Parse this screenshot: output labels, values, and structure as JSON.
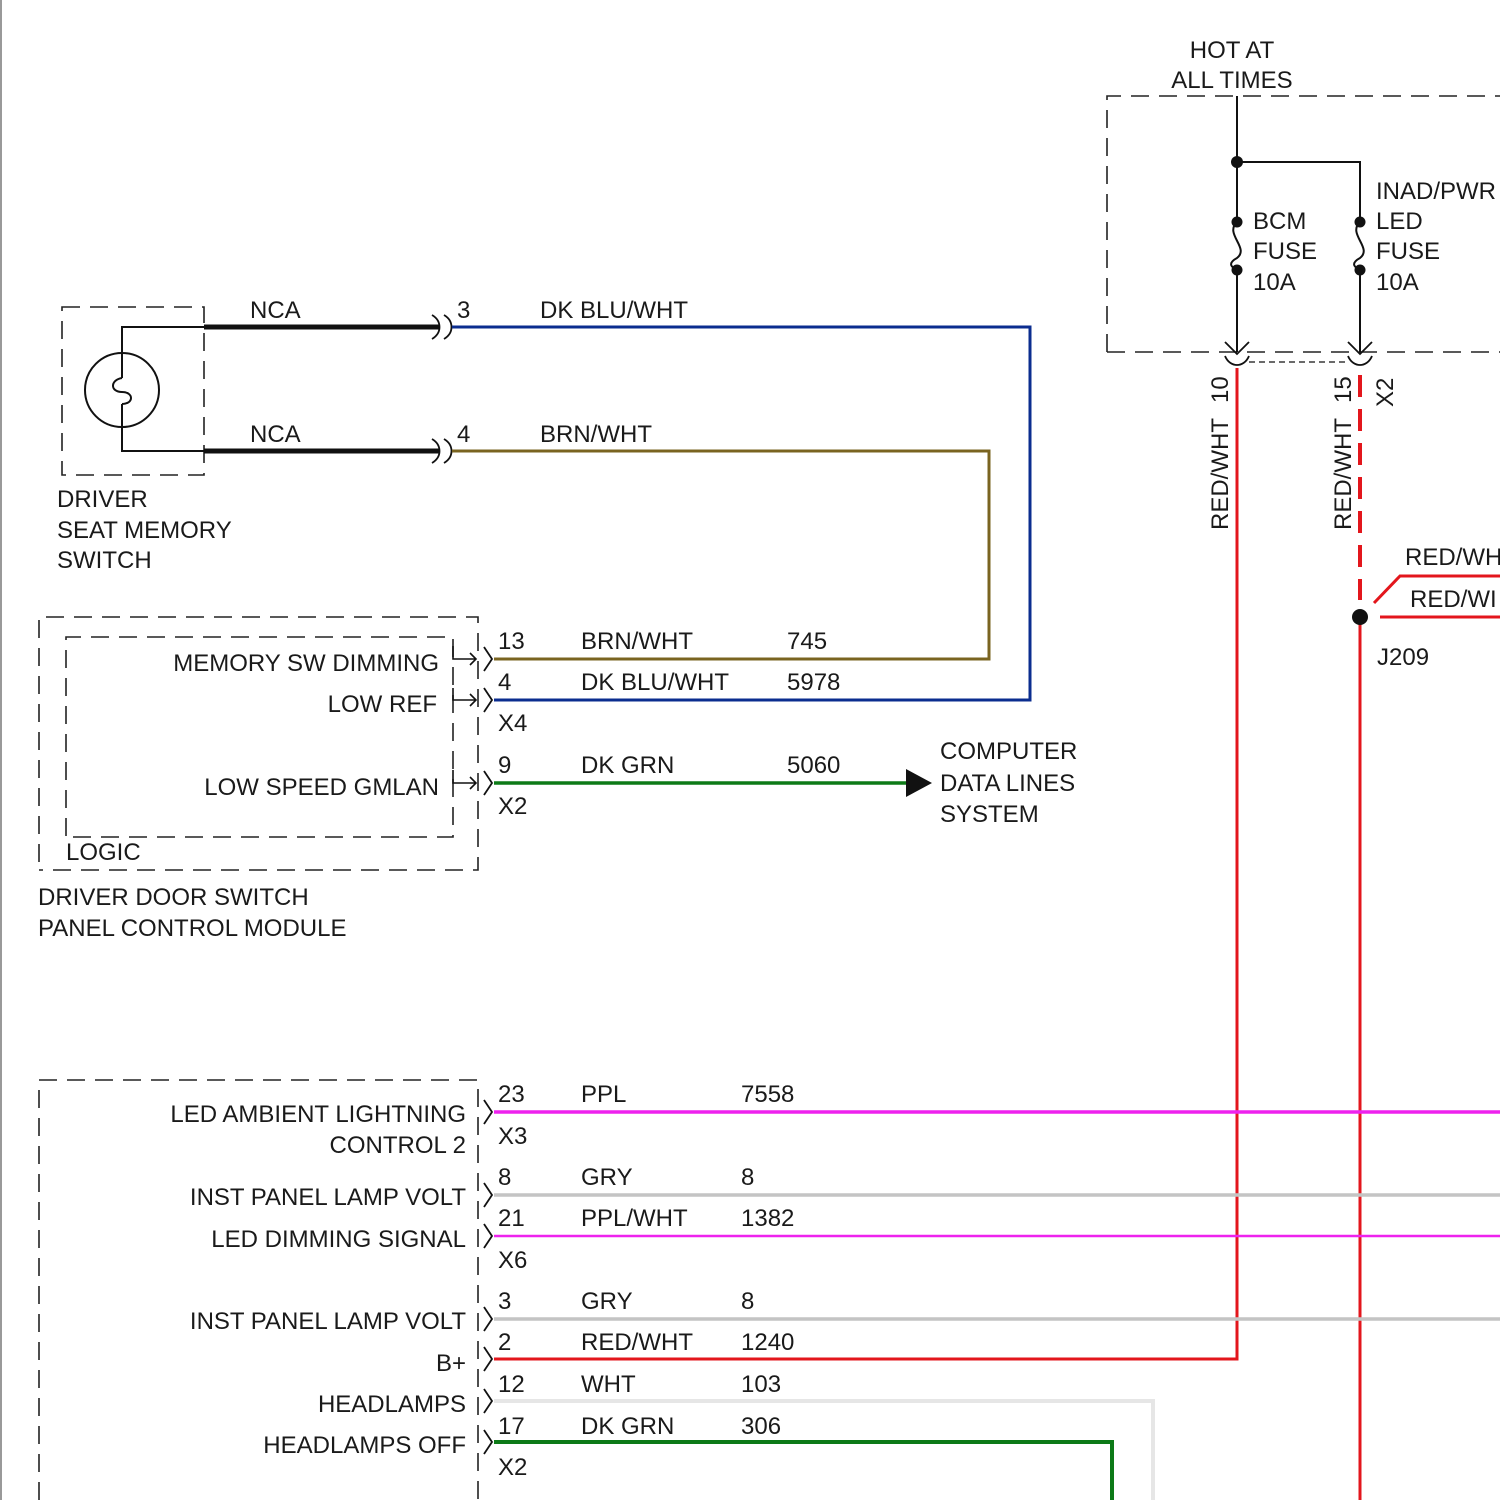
{
  "colors": {
    "dk_blu_wht": "#0b2d8f",
    "brn_wht": "#7a6420",
    "dk_grn": "#0d7a17",
    "red_wht": "#e3161c",
    "ppl": "#ee22ee",
    "gry": "#c4c4c4",
    "wht": "#e6e6e6",
    "black": "#111111"
  },
  "fuse_block": {
    "title_line1": "HOT AT",
    "title_line2": "ALL TIMES",
    "bcm_fuse": [
      "BCM",
      "FUSE",
      "10A"
    ],
    "inad_fuse": [
      "INAD/PWR",
      "LED",
      "FUSE",
      "10A"
    ]
  },
  "vertical_wires": {
    "left": {
      "label": "RED/WHT",
      "pin": "10"
    },
    "right": {
      "label": "RED/WHT",
      "pin": "15",
      "connector": "X2"
    },
    "branch_label_1": "RED/WH",
    "branch_label_2": "RED/WI",
    "splice": "J209"
  },
  "seat_switch": {
    "name_lines": [
      "DRIVER",
      "SEAT MEMORY",
      "SWITCH"
    ],
    "wire1": {
      "code": "NCA",
      "pin": "3",
      "color_name": "DK BLU/WHT"
    },
    "wire2": {
      "code": "NCA",
      "pin": "4",
      "color_name": "BRN/WHT"
    }
  },
  "door_module": {
    "name_lines": [
      "DRIVER DOOR SWITCH",
      "PANEL CONTROL MODULE"
    ],
    "logic_label": "LOGIC",
    "signals": [
      "MEMORY SW DIMMING",
      "LOW REF",
      "LOW SPEED GMLAN"
    ],
    "rows": [
      {
        "pin": "13",
        "color": "BRN/WHT",
        "circuit": "745"
      },
      {
        "pin": "4",
        "color": "DK BLU/WHT",
        "circuit": "5978"
      },
      {
        "pin": "9",
        "color": "DK GRN",
        "circuit": "5060"
      }
    ],
    "connector_x4": "X4",
    "connector_x2": "X2",
    "destination": [
      "COMPUTER",
      "DATA LINES",
      "SYSTEM"
    ]
  },
  "bcm_block": {
    "signals": {
      "led_ambient_1": "LED AMBIENT LIGHTNING",
      "led_ambient_2": "CONTROL 2",
      "inst_panel_1": "INST PANEL LAMP VOLT",
      "led_dimming": "LED DIMMING SIGNAL",
      "inst_panel_2": "INST PANEL LAMP VOLT",
      "bplus": "B+",
      "headlamps": "HEADLAMPS",
      "headlamps_off": "HEADLAMPS OFF"
    },
    "rows": [
      {
        "pin": "23",
        "color": "PPL",
        "circuit": "7558"
      },
      {
        "pin": "8",
        "color": "GRY",
        "circuit": "8"
      },
      {
        "pin": "21",
        "color": "PPL/WHT",
        "circuit": "1382"
      },
      {
        "pin": "3",
        "color": "GRY",
        "circuit": "8"
      },
      {
        "pin": "2",
        "color": "RED/WHT",
        "circuit": "1240"
      },
      {
        "pin": "12",
        "color": "WHT",
        "circuit": "103"
      },
      {
        "pin": "17",
        "color": "DK GRN",
        "circuit": "306"
      }
    ],
    "connectors": [
      "X3",
      "X6",
      "X2"
    ]
  }
}
